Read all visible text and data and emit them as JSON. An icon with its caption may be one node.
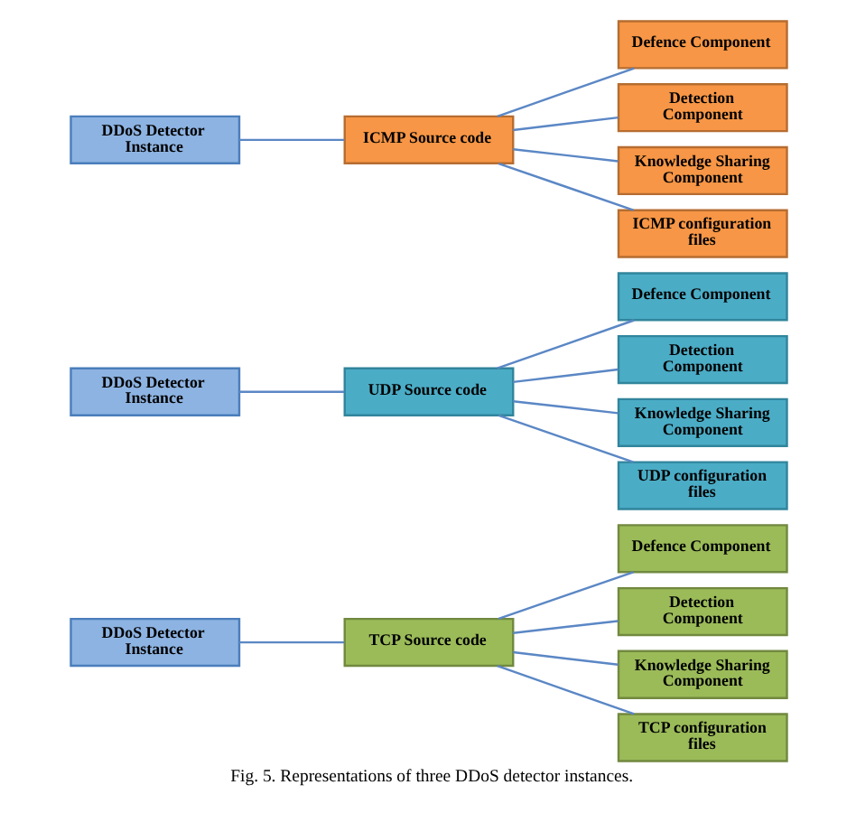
{
  "diagram": {
    "caption": "Fig. 5. Representations of three DDoS detector instances.",
    "nodes": [
      {
        "text": [
          "DDoS Detector Instance"
        ]
      },
      {
        "text": [
          "TCP Source code"
        ]
      },
      {
        "text": [
          "Defence Component"
        ]
      },
      {
        "text": [
          "Detection Component"
        ]
      },
      {
        "text": [
          "Knowledge Sharing Component"
        ]
      },
      {
        "text": [
          "TCP configuration files"
        ]
      },
      {
        "text": [
          "DDoS Detector Instance"
        ]
      },
      {
        "text": [
          "UDP Source code"
        ]
      },
      {
        "text": [
          "Defence Component"
        ]
      },
      {
        "text": [
          "Detection Component"
        ]
      },
      {
        "text": [
          "Knowledge Sharing Component"
        ]
      },
      {
        "text": [
          "UDP configuration files"
        ]
      },
      {
        "text": [
          "DDoS Detector Instance"
        ]
      },
      {
        "text": [
          "ICMP Source code"
        ]
      },
      {
        "text": [
          "Defence Component"
        ]
      },
      {
        "text": [
          "Detection Component"
        ]
      },
      {
        "text": [
          "Knowledge Sharing Component"
        ]
      },
      {
        "text": [
          "ICMP configuration files"
        ]
      }
    ],
    "edges": [
      {
        "from": 0,
        "to": 1,
        "arrow": "none"
      },
      {
        "from": 1,
        "to": 2,
        "arrow": "none"
      },
      {
        "from": 1,
        "to": 3,
        "arrow": "none"
      },
      {
        "from": 1,
        "to": 4,
        "arrow": "none"
      },
      {
        "from": 1,
        "to": 5,
        "arrow": "none"
      },
      {
        "from": 6,
        "to": 7,
        "arrow": "none"
      },
      {
        "from": 7,
        "to": 8,
        "arrow": "none"
      },
      {
        "from": 7,
        "to": 9,
        "arrow": "none"
      },
      {
        "from": 7,
        "to": 10,
        "arrow": "none"
      },
      {
        "from": 7,
        "to": 11,
        "arrow": "none"
      },
      {
        "from": 12,
        "to": 13,
        "arrow": "none"
      },
      {
        "from": 13,
        "to": 14,
        "arrow": "none"
      },
      {
        "from": 13,
        "to": 15,
        "arrow": "none"
      },
      {
        "from": 13,
        "to": 16,
        "arrow": "none"
      },
      {
        "from": 13,
        "to": 17,
        "arrow": "none"
      }
    ]
  }
}
